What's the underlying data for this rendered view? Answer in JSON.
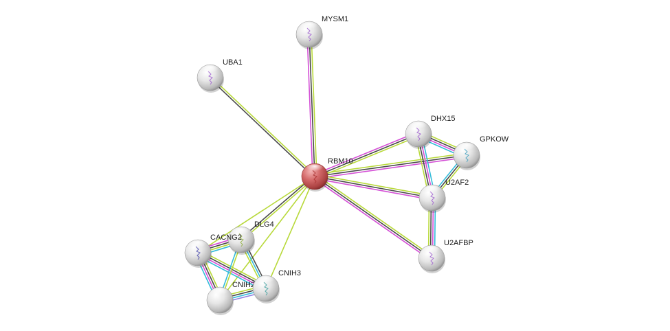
{
  "title": "RBM10 protein interaction network",
  "evidence_colors": {
    "experiments": "#d44fd6",
    "textmining": "#b8d93a",
    "coexpression": "#4a4a4a",
    "databases": "#33bbd9",
    "homology": "#8f7fe0",
    "neighborhood": "#222222"
  },
  "nodes": [
    {
      "id": "RBM10",
      "label": "RBM10",
      "query": true,
      "color": "#d06060",
      "structure": "#a33"
    },
    {
      "id": "MYSM1",
      "label": "MYSM1",
      "query": false,
      "color": "#e8e8e8",
      "structure": "#a060d0"
    },
    {
      "id": "UBA1",
      "label": "UBA1",
      "query": false,
      "color": "#e8e8e8",
      "structure": "#a060d0"
    },
    {
      "id": "DHX15",
      "label": "DHX15",
      "query": false,
      "color": "#e8e8e8",
      "structure": "#a060d0"
    },
    {
      "id": "GPKOW",
      "label": "GPKOW",
      "query": false,
      "color": "#e8e8e8",
      "structure": "#40a0c0"
    },
    {
      "id": "U2AF2",
      "label": "U2AF2",
      "query": false,
      "color": "#e8e8e8",
      "structure": "#a060d0"
    },
    {
      "id": "U2AFBP",
      "label": "U2AFBP",
      "query": false,
      "color": "#e8e8e8",
      "structure": "#a060d0"
    },
    {
      "id": "DLG4",
      "label": "DLG4",
      "query": false,
      "color": "#e8e8e8",
      "structure": "#90b040"
    },
    {
      "id": "CACNG2",
      "label": "CACNG2",
      "query": false,
      "color": "#e8e8e8",
      "structure": "#5050b0"
    },
    {
      "id": "CNIH2",
      "label": "CNIH2",
      "query": false,
      "color": "#e8e8e8",
      "structure": null
    },
    {
      "id": "CNIH3",
      "label": "CNIH3",
      "query": false,
      "color": "#e8e8e8",
      "structure": "#40a0a0"
    }
  ],
  "edges": [
    {
      "source": "RBM10",
      "target": "MYSM1",
      "evidence": [
        "experiments",
        "coexpression",
        "textmining"
      ]
    },
    {
      "source": "RBM10",
      "target": "UBA1",
      "evidence": [
        "coexpression",
        "textmining"
      ]
    },
    {
      "source": "RBM10",
      "target": "DHX15",
      "evidence": [
        "experiments",
        "coexpression",
        "textmining"
      ]
    },
    {
      "source": "RBM10",
      "target": "GPKOW",
      "evidence": [
        "textmining",
        "coexpression",
        "experiments"
      ]
    },
    {
      "source": "RBM10",
      "target": "U2AF2",
      "evidence": [
        "textmining",
        "coexpression",
        "experiments"
      ]
    },
    {
      "source": "RBM10",
      "target": "U2AFBP",
      "evidence": [
        "textmining",
        "coexpression",
        "experiments"
      ]
    },
    {
      "source": "RBM10",
      "target": "DLG4",
      "evidence": [
        "textmining",
        "coexpression"
      ]
    },
    {
      "source": "RBM10",
      "target": "CACNG2",
      "evidence": [
        "textmining"
      ]
    },
    {
      "source": "RBM10",
      "target": "CNIH2",
      "evidence": [
        "textmining"
      ]
    },
    {
      "source": "RBM10",
      "target": "CNIH3",
      "evidence": [
        "textmining"
      ]
    },
    {
      "source": "DHX15",
      "target": "GPKOW",
      "evidence": [
        "textmining",
        "coexpression",
        "experiments",
        "databases"
      ]
    },
    {
      "source": "DHX15",
      "target": "U2AF2",
      "evidence": [
        "databases",
        "experiments",
        "coexpression",
        "textmining"
      ]
    },
    {
      "source": "GPKOW",
      "target": "U2AF2",
      "evidence": [
        "textmining",
        "coexpression",
        "databases"
      ]
    },
    {
      "source": "U2AF2",
      "target": "U2AFBP",
      "evidence": [
        "databases",
        "experiments",
        "coexpression",
        "textmining"
      ]
    },
    {
      "source": "CACNG2",
      "target": "DLG4",
      "evidence": [
        "experiments",
        "coexpression",
        "textmining",
        "databases"
      ]
    },
    {
      "source": "CACNG2",
      "target": "CNIH2",
      "evidence": [
        "textmining",
        "coexpression",
        "experiments",
        "databases"
      ]
    },
    {
      "source": "CACNG2",
      "target": "CNIH3",
      "evidence": [
        "textmining",
        "coexpression",
        "experiments",
        "databases"
      ]
    },
    {
      "source": "DLG4",
      "target": "CNIH2",
      "evidence": [
        "textmining",
        "databases"
      ]
    },
    {
      "source": "DLG4",
      "target": "CNIH3",
      "evidence": [
        "coexpression",
        "databases",
        "textmining"
      ]
    },
    {
      "source": "CNIH2",
      "target": "CNIH3",
      "evidence": [
        "textmining",
        "coexpression",
        "databases",
        "homology"
      ]
    }
  ]
}
